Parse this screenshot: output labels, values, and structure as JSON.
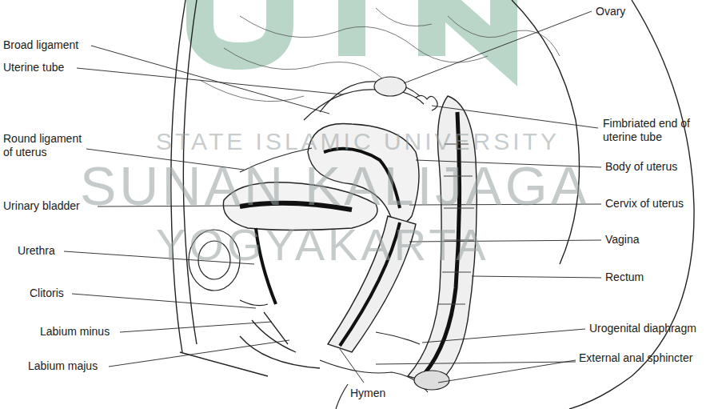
{
  "diagram": {
    "labels": [
      "Broad ligament",
      "Uterine tube",
      "Round ligament of uterus",
      "Urinary bladder",
      "Urethra",
      "Clitoris",
      "Labium minus",
      "Labium majus",
      "Hymen",
      "Ovary",
      "Fimbriated end of uterine tube",
      "Body of uterus",
      "Cervix of uterus",
      "Vagina",
      "Rectum",
      "Urogenital diaphragm",
      "External anal sphincter",
      "STATE ISLAMIC UNIVERSITY",
      "SUNAN KALIJAGA",
      "YOGYAKARTA"
    ]
  }
}
